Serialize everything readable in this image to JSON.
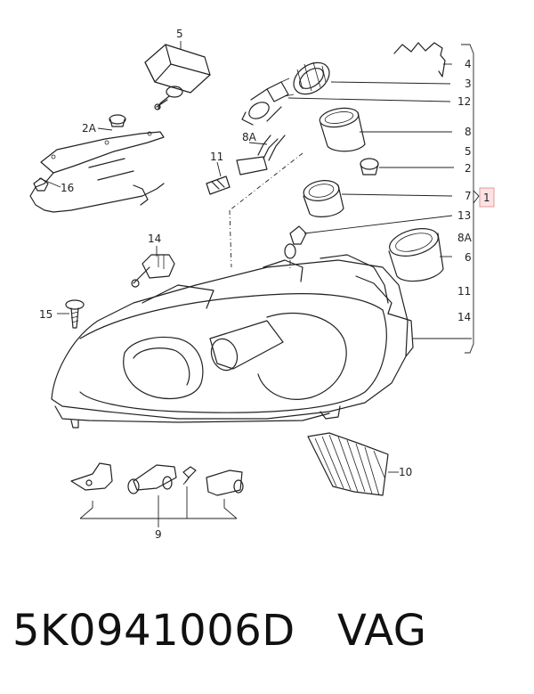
{
  "callouts": {
    "c5": "5",
    "c4": "4",
    "c3": "3",
    "c12": "12",
    "c2a": "2A",
    "c8a": "8A",
    "c8": "8",
    "c5r": "5",
    "c11": "11",
    "c2": "2",
    "c16": "16",
    "c1": "1",
    "c7": "7",
    "c13": "13",
    "c14": "14",
    "c8ar": "8A",
    "c6": "6",
    "c11r": "11",
    "c15": "15",
    "c14r": "14",
    "c10": "10",
    "c9": "9"
  },
  "caption": {
    "part_number": "5K0941006D",
    "brand": "VAG"
  },
  "colors": {
    "line": "#222222",
    "highlight_fill": "#fbe3e3",
    "highlight_stroke": "#e59a9a"
  }
}
